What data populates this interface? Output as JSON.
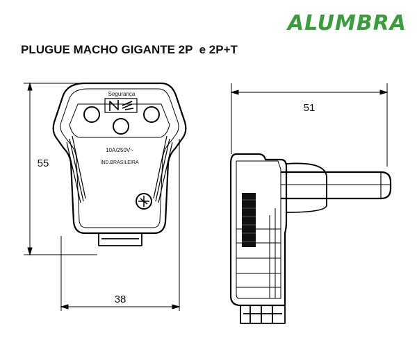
{
  "brand": {
    "name": "ALUMBRA",
    "color": "#3a9d3c"
  },
  "title": "PLUGUE MACHO GIGANTE 2P  e 2P+T",
  "dimensions": {
    "height": "55",
    "width_front": "38",
    "length_side": "51"
  },
  "plug_face": {
    "top_label": "Segurança",
    "rating": "10A/250V~",
    "origin": "IND.BRASILEIRA"
  }
}
